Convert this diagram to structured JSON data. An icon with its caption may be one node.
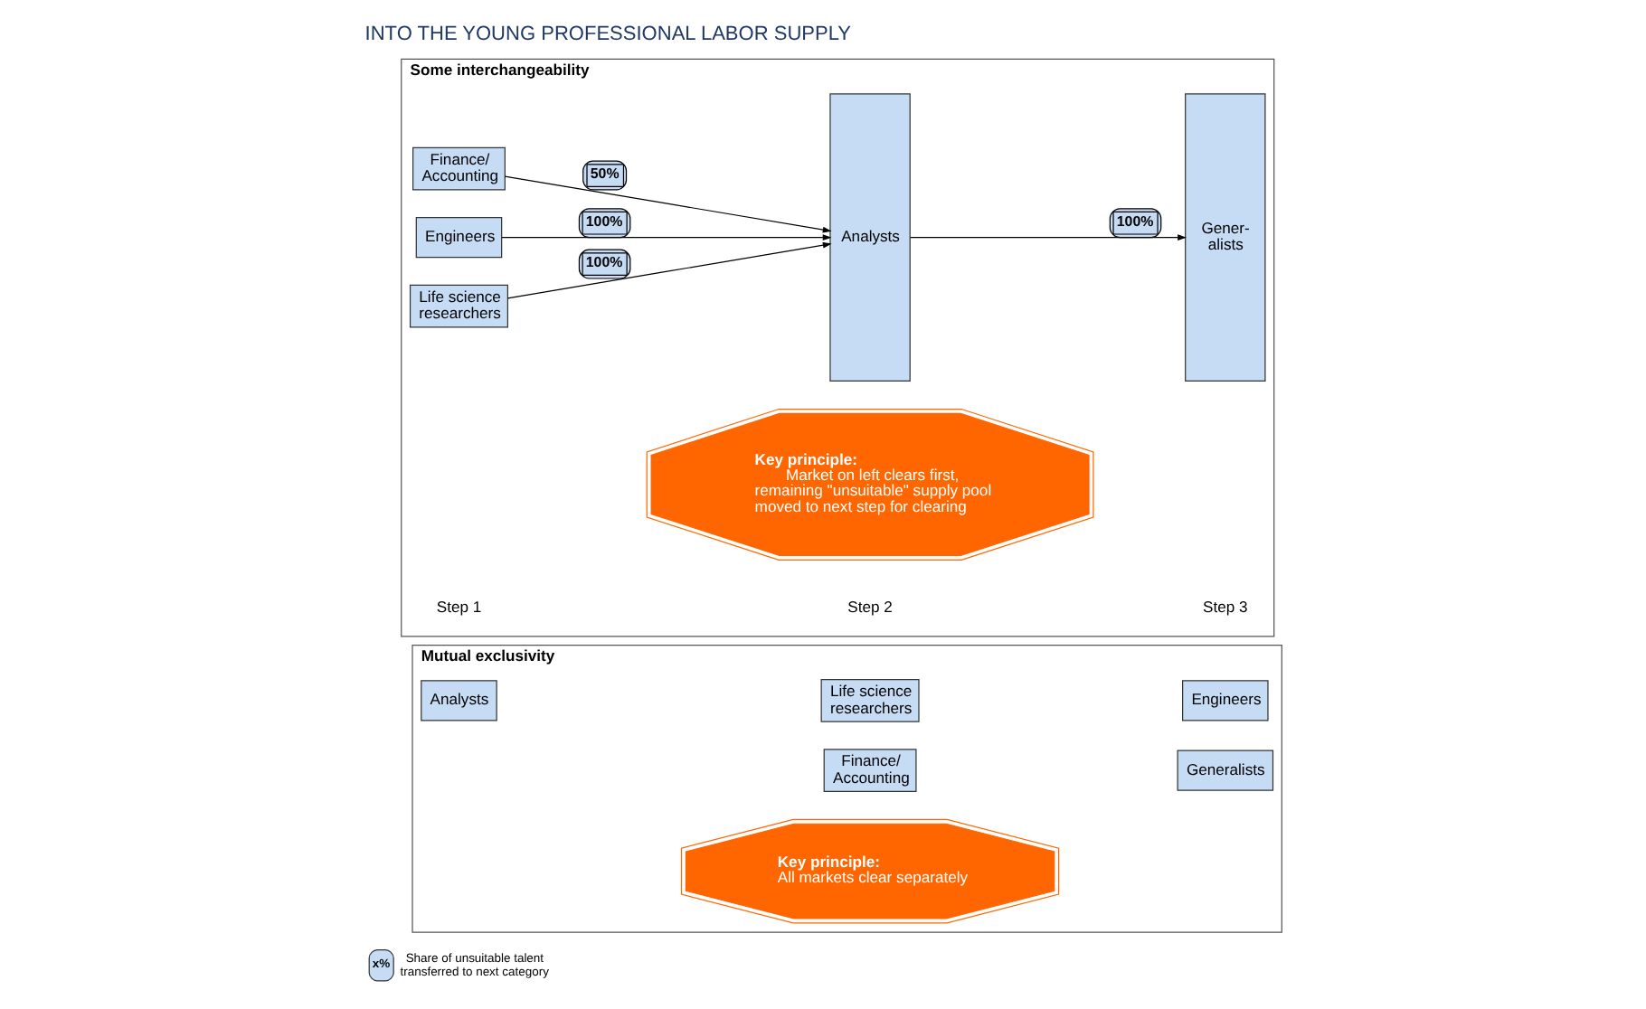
{
  "diagram": {
    "title": "INTO THE YOUNG PROFESSIONAL LABOR SUPPLY",
    "nodes": [
      {
        "text": [
          "Mutual exclusivity"
        ]
      },
      {
        "text": [
          "Analysts"
        ],
        "in": 0
      },
      {
        "text": [
          "Life science researchers"
        ],
        "in": 0
      },
      {
        "text": [
          "Engineers"
        ],
        "in": 0
      },
      {
        "text": [
          "Finance/ Accounting"
        ],
        "in": 0
      },
      {
        "text": [
          "Generalists"
        ],
        "in": 0
      },
      {
        "text": [
          "Key principle:",
          "All markets clear separately"
        ],
        "in": 0
      },
      {
        "text": [
          "Some interchangeability"
        ]
      },
      {
        "text": [
          "Finance/ Accounting"
        ],
        "in": 7
      },
      {
        "text": [
          "Engineers"
        ],
        "in": 7
      },
      {
        "text": [
          "Life science researchers"
        ],
        "in": 7
      },
      {
        "text": [
          "Analysts"
        ],
        "in": 7
      },
      {
        "text": [
          "Gener- alists"
        ],
        "in": 7
      },
      {
        "text": [
          "Key principle:",
          "Market on left clears first, remaining \"unsuitable\" supply pool moved to next step for clearing"
        ],
        "in": 7
      }
    ],
    "edges": [
      {
        "from": 8,
        "to": 11,
        "arrow": "to",
        "label": "50%"
      },
      {
        "from": 9,
        "to": 11,
        "arrow": "to",
        "label": "100%"
      },
      {
        "from": 10,
        "to": 11,
        "arrow": "to",
        "label": "100%"
      },
      {
        "from": 11,
        "to": 12,
        "arrow": "to",
        "label": "100%"
      }
    ],
    "labels": [
      "x%",
      "Step 1",
      "Step 2",
      "Step 3"
    ],
    "legend": [
      {
        "text": "Share of unsuitable talent transferred to next category"
      }
    ]
  }
}
